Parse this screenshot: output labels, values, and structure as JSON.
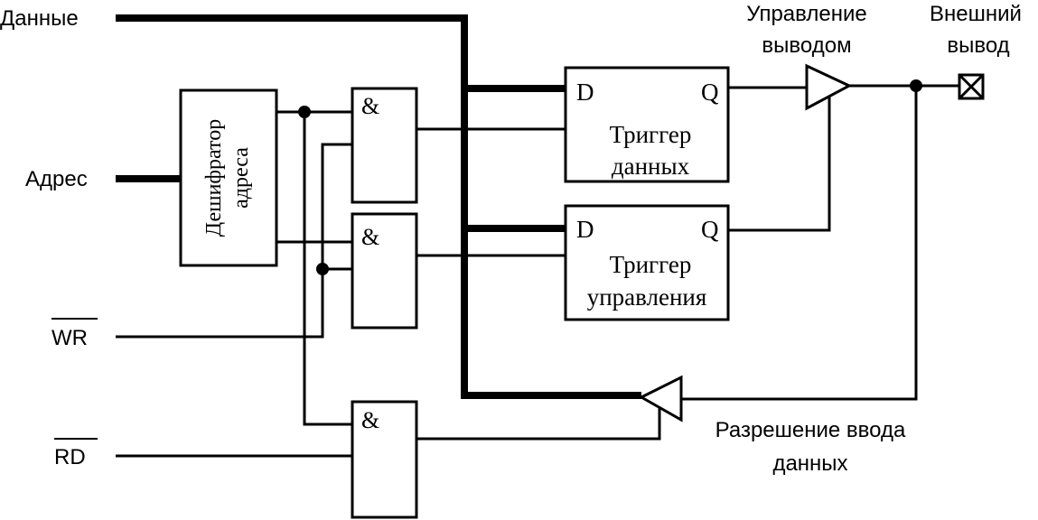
{
  "inputs": {
    "data": "Данные",
    "address": "Адрес",
    "wr": "WR",
    "rd": "RD"
  },
  "decoder": {
    "label_line1": "Дешифратор",
    "label_line2": "адреса"
  },
  "gates": {
    "and_symbol": "&"
  },
  "flipflops": {
    "data": {
      "d": "D",
      "q": "Q",
      "label_line1": "Триггер",
      "label_line2": "данных"
    },
    "control": {
      "d": "D",
      "q": "Q",
      "label_line1": "Триггер",
      "label_line2": "управления"
    }
  },
  "labels": {
    "output_control_line1": "Управление",
    "output_control_line2": "выводом",
    "external_pin_line1": "Внешний",
    "external_pin_line2": "вывод",
    "input_enable_line1": "Разрешение ввода",
    "input_enable_line2": "данных"
  }
}
